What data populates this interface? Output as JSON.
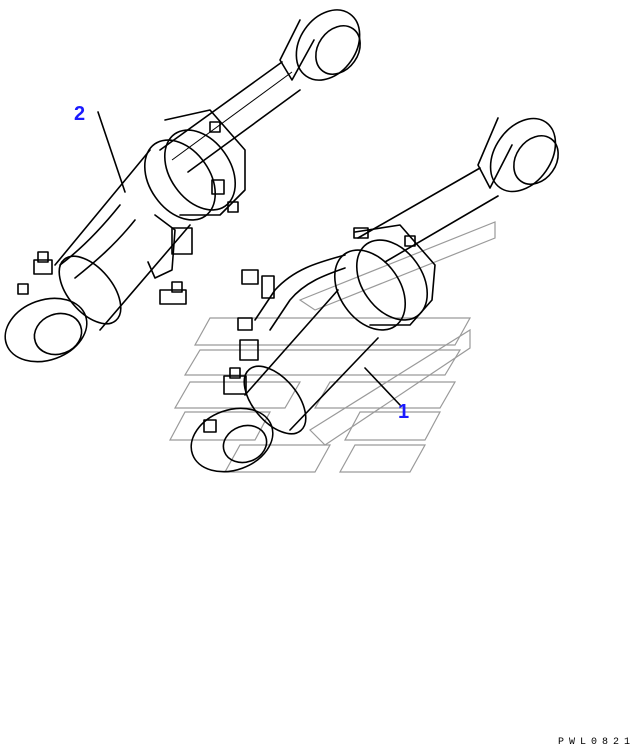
{
  "callouts": {
    "part_1": "1",
    "part_2": "2"
  },
  "drawing_code": "PWL0821",
  "colors": {
    "callout": "#1a1aff",
    "line": "#000000",
    "watermark": "#9a9a9a"
  }
}
